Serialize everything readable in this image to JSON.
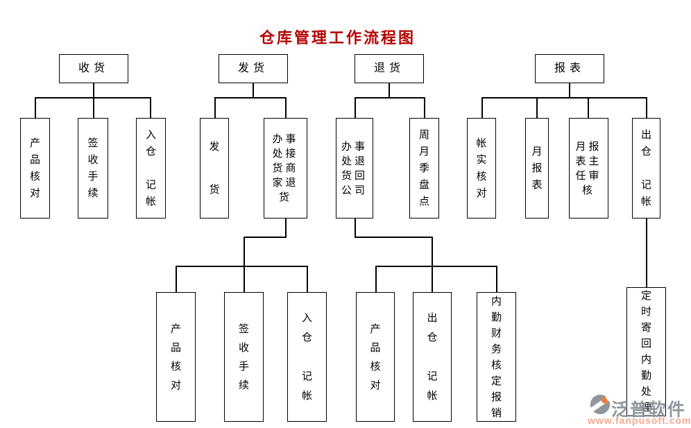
{
  "title": "仓库管理工作流程图",
  "colors": {
    "title": "#b30000",
    "line": "#000000",
    "watermark_brand": "#8a9299",
    "watermark_url": "#f2a48b",
    "watermark_logo_gray": "#8a9299",
    "watermark_logo_orange": "#e8793a"
  },
  "nodes": {
    "l1": [
      {
        "label": "收货"
      },
      {
        "label": "发货"
      },
      {
        "label": "退货"
      },
      {
        "label": "报表"
      }
    ],
    "l2": [
      {
        "text": "产\n品\n核\n对"
      },
      {
        "text": "签\n收\n手\n续"
      },
      {
        "text": "入\n仓\n\n记\n帐"
      },
      {
        "text": "发\n\n货"
      },
      {
        "text": "办事\n处接\n货商\n家退\n货"
      },
      {
        "text": "办事\n处退\n货回\n公司"
      },
      {
        "text": "周\n月\n季\n盘\n点"
      },
      {
        "text": "帐\n实\n核\n对"
      },
      {
        "text": "月\n报\n表"
      },
      {
        "text": "月报\n表主\n任审\n核"
      },
      {
        "text": "出\n仓\n\n记\n帐"
      }
    ],
    "l3": [
      {
        "text": "产\n品\n核\n对"
      },
      {
        "text": "签\n收\n手\n续"
      },
      {
        "text": "入\n仓\n\n记\n帐"
      },
      {
        "text": "产\n品\n核\n对"
      },
      {
        "text": "出\n仓\n\n记\n帐"
      },
      {
        "text": "内\n勤\n财\n务\n核\n定\n报\n销"
      },
      {
        "text": "定\n时\n寄\n回\n内\n勤\n处\n理"
      }
    ]
  },
  "watermark": {
    "brand": "泛普软件",
    "url": "www.fanpusoft.com"
  }
}
